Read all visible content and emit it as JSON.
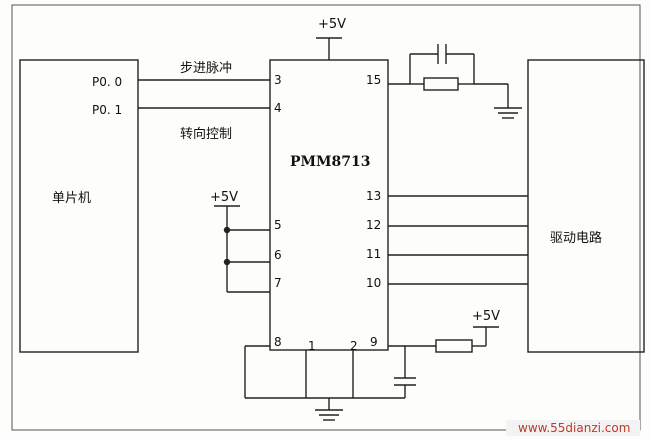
{
  "blocks": {
    "mcu": "单片机",
    "driver": "驱动电路",
    "chip": "PMM8713"
  },
  "ports": {
    "p00": "P0. 0",
    "p01": "P0. 1"
  },
  "signals": {
    "step": "步进脉冲",
    "dir": "转向控制"
  },
  "power": {
    "top": "+5V",
    "left": "+5V",
    "right": "+5V"
  },
  "pins": {
    "p3": "3",
    "p4": "4",
    "p5": "5",
    "p6": "6",
    "p7": "7",
    "p8": "8",
    "p1": "1",
    "p2": "2",
    "p9": "9",
    "p15": "15",
    "p13": "13",
    "p12": "12",
    "p11": "11",
    "p10": "10"
  },
  "watermark": "www.55dianzi.com"
}
